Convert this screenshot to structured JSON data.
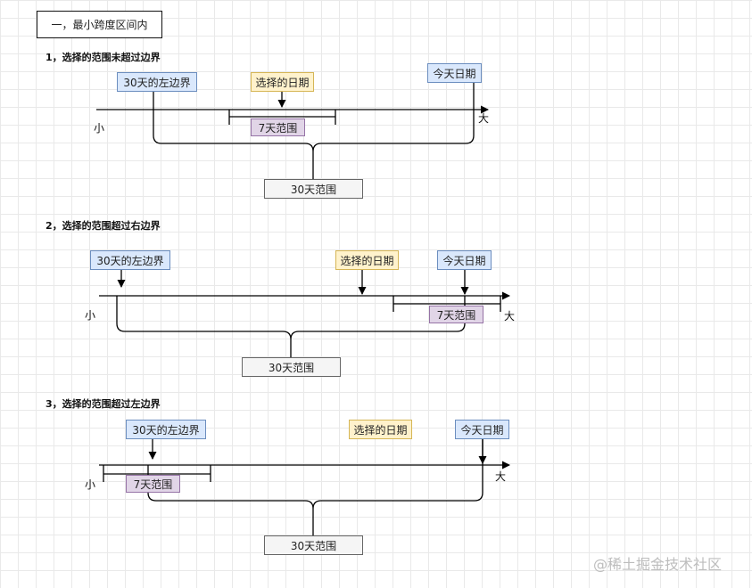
{
  "title": "一，最小跨度区间内",
  "sections": [
    {
      "heading": "1，选择的范围未超过边界",
      "left_bound": "30天的左边界",
      "selected_date": "选择的日期",
      "today": "今天日期",
      "range_7": "7天范围",
      "range_30": "30天范围",
      "small": "小",
      "big": "大"
    },
    {
      "heading": "2，选择的范围超过右边界",
      "left_bound": "30天的左边界",
      "selected_date": "选择的日期",
      "today": "今天日期",
      "range_7": "7天范围",
      "range_30": "30天范围",
      "small": "小",
      "big": "大"
    },
    {
      "heading": "3，选择的范围超过左边界",
      "left_bound": "30天的左边界",
      "selected_date": "选择的日期",
      "today": "今天日期",
      "range_7": "7天范围",
      "range_30": "30天范围",
      "small": "小",
      "big": "大"
    }
  ],
  "watermark": "@稀土掘金技术社区",
  "colors": {
    "blue_fill": "#dae8fc",
    "yellow_fill": "#fff2cc",
    "purple_fill": "#e1d5e7",
    "gray_fill": "#f5f5f5"
  }
}
